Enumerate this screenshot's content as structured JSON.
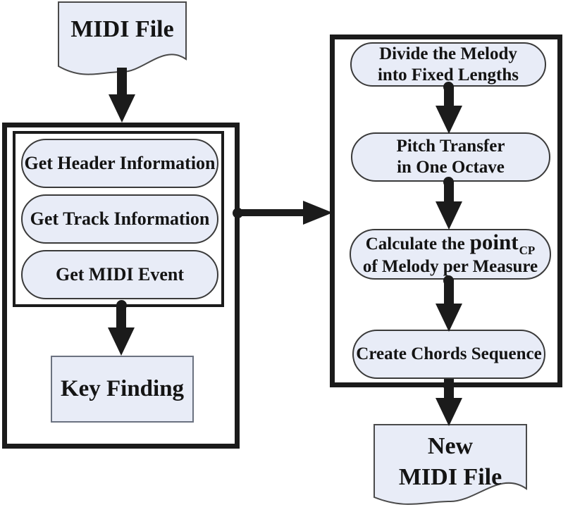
{
  "colors": {
    "shape_fill": "#e8ecf7",
    "line_color": "#1b1b1b",
    "shape_border": "#3a3a3a",
    "text_color": "#141414"
  },
  "nodes": {
    "input_doc": "MIDI File",
    "parse_steps": [
      "Get Header Information",
      "Get Track Information",
      "Get MIDI Event"
    ],
    "key_finding": "Key Finding",
    "melody_steps": {
      "divide": {
        "line1": "Divide the Melody",
        "line2": "into Fixed Lengths"
      },
      "pitch": {
        "line1": "Pitch Transfer",
        "line2": "in One Octave"
      },
      "calculate": {
        "prefix": "Calculate the",
        "emphasis": "point",
        "subscript": "CP",
        "line2": "of Melody per Measure"
      },
      "create": {
        "label": "Create Chords Sequence"
      }
    },
    "output_doc": {
      "line1": "New",
      "line2": "MIDI File"
    }
  }
}
